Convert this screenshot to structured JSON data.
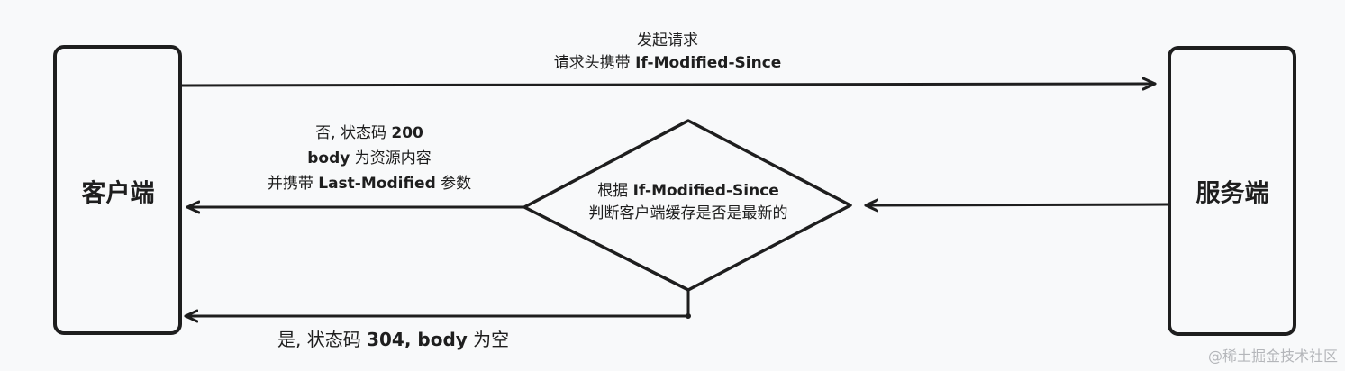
{
  "nodes": {
    "client": "客户端",
    "server": "服务端"
  },
  "request": {
    "line1": "发起请求",
    "line2_prefix": "请求头携带 ",
    "line2_header": "If-Modified-Since"
  },
  "decision": {
    "line1_prefix": "根据 ",
    "line1_header": "If-Modified-Since",
    "line2": "判断客户端缓存是否是最新的"
  },
  "no_branch": {
    "line1_prefix": "否, 状态码 ",
    "line1_code": "200",
    "line2_body": "body",
    "line2_suffix": " 为资源内容",
    "line3_prefix": "并携带 ",
    "line3_header": "Last-Modified",
    "line3_suffix": " 参数"
  },
  "yes_branch": {
    "prefix": "是, 状态码 ",
    "code": "304, body",
    "suffix": " 为空"
  },
  "watermark": "@稀土掘金技术社区"
}
